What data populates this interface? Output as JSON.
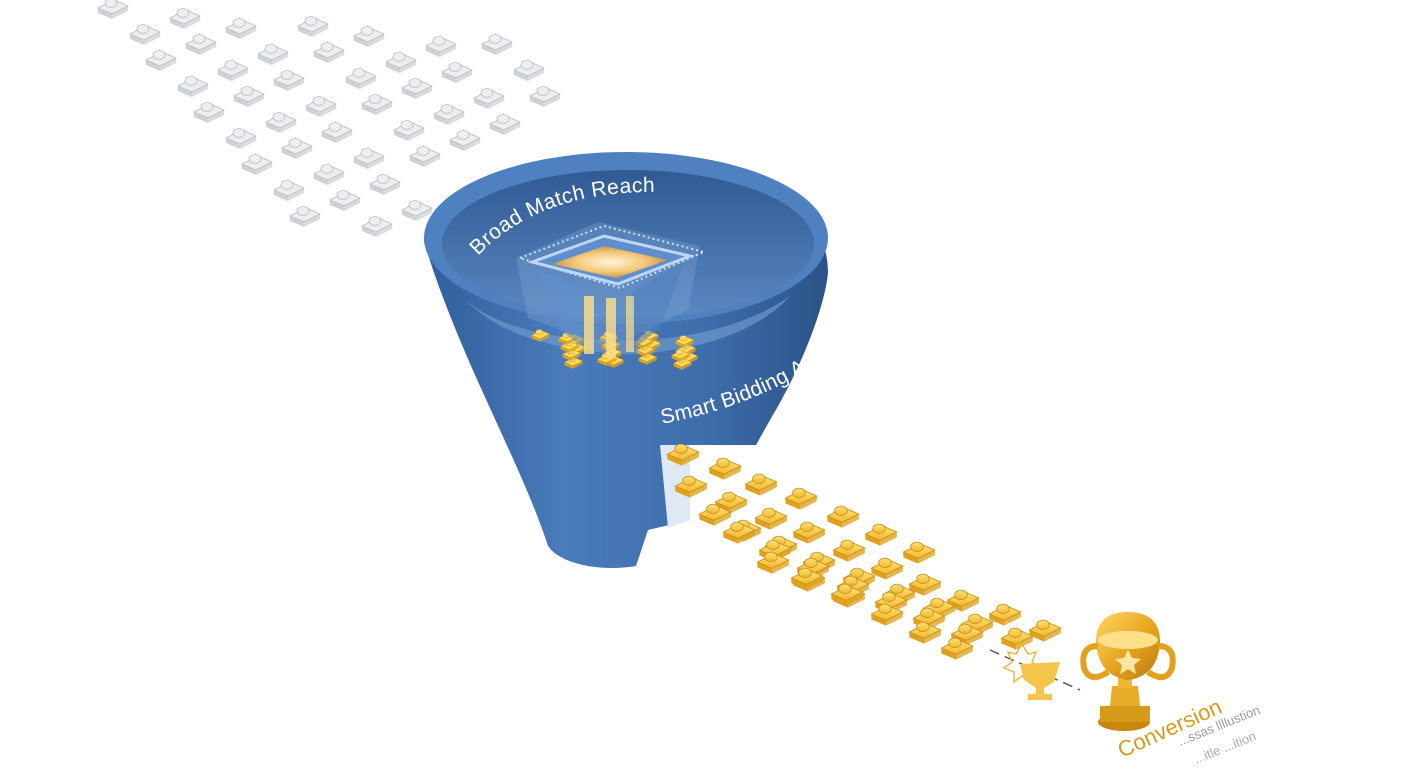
{
  "labels": {
    "funnel_rim": "Broad Match Reach",
    "funnel_side": "Smart Bidding AI",
    "outcome": "Conversion",
    "caption_line1": "...ssas llllustion",
    "caption_line2": "...itle ...ition"
  },
  "colors": {
    "funnel_blue": "#3f6fae",
    "funnel_dark": "#2c5285",
    "query_gray": "#d8dadd",
    "query_gold": "#f2c33c",
    "trophy_gold": "#e9a820",
    "glow": "#ffe7b0"
  },
  "icons": {
    "raw_query": "search-query-block-icon",
    "qualified_query": "qualified-query-block-icon",
    "trophy": "trophy-icon",
    "filter_core": "ai-filter-core-icon"
  }
}
